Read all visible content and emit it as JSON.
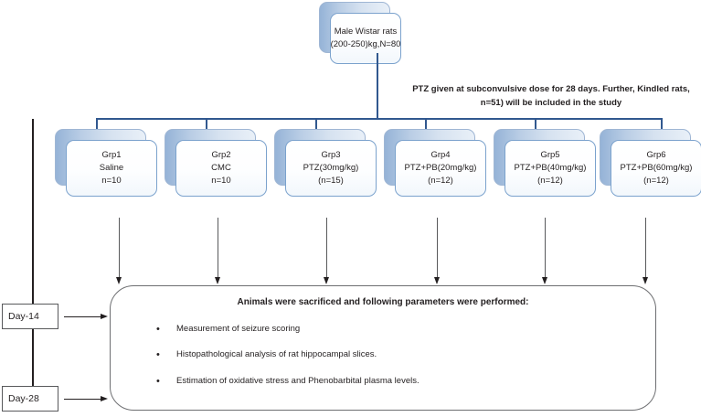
{
  "diagram": {
    "title_node": {
      "lines": [
        "Male Wistar rats",
        "(200-250)kg,N=80"
      ]
    },
    "note": "PTZ given at subconvulsive dose for 28 days. Further, Kindled rats, n=51) will be included  in the study",
    "groups": [
      {
        "name": "Grp1",
        "treatment": "Saline",
        "count": "n=10"
      },
      {
        "name": "Grp2",
        "treatment": "CMC",
        "count": "n=10"
      },
      {
        "name": "Grp3",
        "treatment": "PTZ(30mg/kg)",
        "count": "(n=15)"
      },
      {
        "name": "Grp4",
        "treatment": "PTZ+PB(20mg/kg)",
        "count": "(n=12)"
      },
      {
        "name": "Grp5",
        "treatment": "PTZ+PB(40mg/kg)",
        "count": "(n=12)"
      },
      {
        "name": "Grp6",
        "treatment": "PTZ+PB(60mg/kg)",
        "count": "(n=12)"
      }
    ],
    "timeline": {
      "day_14": "Day-14",
      "day_28": "Day-28"
    },
    "outcome": {
      "title": "Animals were sacrificed  and following  parameters were performed:",
      "items": [
        "Measurement of seizure scoring",
        "Histopathological  analysis of rat hippocampal  slices.",
        "Estimation of oxidative stress and Phenobarbital  plasma levels."
      ]
    },
    "colors": {
      "connector_blue": "#31588f",
      "card_border_blue": "#7ba2cd",
      "card_fill_blue": "#b9cde5",
      "arrow_gray": "#58595b",
      "panel_border": "#6d6e71",
      "text": "#231f20"
    }
  }
}
